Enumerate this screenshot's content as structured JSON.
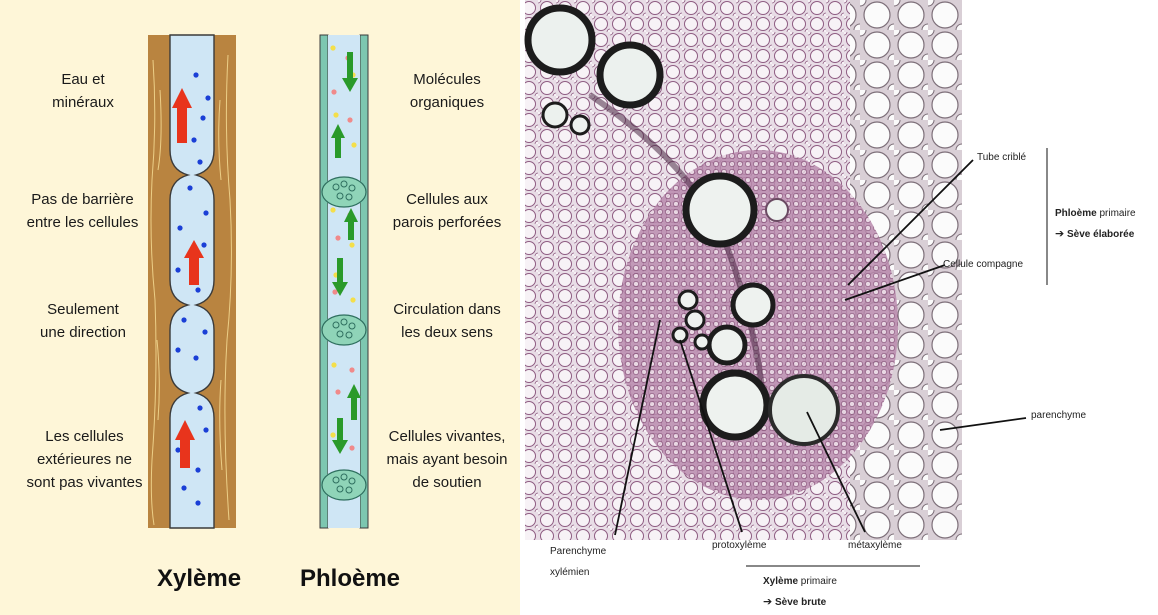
{
  "xylem": {
    "title": "Xylème",
    "labels": [
      "Eau et\nminéraux",
      "Pas de barrière\nentre les cellules",
      "Seulement\nune direction",
      "Les cellules\nextérieures ne\nsont pas vivantes"
    ]
  },
  "phloem": {
    "title": "Phloème",
    "labels": [
      "Molécules\norganiques",
      "Cellules aux\nparois perforées",
      "Circulation dans\nles deux sens",
      "Cellules vivantes,\nmais ayant besoin\nde soutien"
    ]
  },
  "micrograph": {
    "annotations": {
      "tube_crible": "Tube criblé",
      "cellule_compagne": "Cellule compagne",
      "phloeme_bold": "Phloème",
      "phloeme_rest": " primaire",
      "seve_elaboree": "Sève élaborée",
      "parenchyme": "parenchyme",
      "parenchyme_xylemien_1": "Parenchyme",
      "parenchyme_xylemien_2": "xylémien",
      "protoxyleme": "protoxylème",
      "metaxyleme": "métaxylème",
      "xyleme_bold": "Xylème",
      "xyleme_rest": " primaire",
      "seve_brute": "Sève brute",
      "arrow_glyph": "➔"
    }
  },
  "colors": {
    "background_left": "#fef6d8",
    "wood": "#b98440",
    "xylem_fluid": "#cfe6f5",
    "phloem_fluid": "#cfe6f5",
    "red_arrow": "#e8341c",
    "green_arrow": "#2a9a2a",
    "tissue": "#c9a6bf"
  }
}
